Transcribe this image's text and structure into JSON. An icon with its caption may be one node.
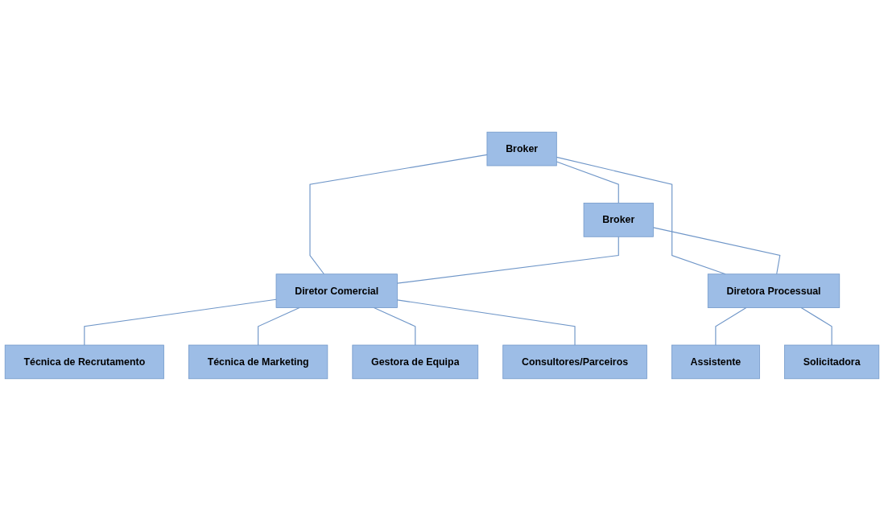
{
  "diagram": {
    "nodes": [
      {
        "text": [
          "Broker"
        ]
      },
      {
        "text": [
          "Broker"
        ]
      },
      {
        "text": [
          "Diretor Comercial"
        ]
      },
      {
        "text": [
          "Diretora Processual"
        ]
      },
      {
        "text": [
          "Técnica de Recrutamento"
        ]
      },
      {
        "text": [
          "Técnica de Marketing"
        ]
      },
      {
        "text": [
          "Assistente"
        ]
      },
      {
        "text": [
          "Solicitadora"
        ]
      },
      {
        "text": [
          "Gestora de Equipa"
        ]
      },
      {
        "text": [
          "Consultores/Parceiros"
        ]
      }
    ],
    "edges": [
      {
        "from": 0,
        "to": 1,
        "arrow": "none"
      },
      {
        "from": 0,
        "to": 2,
        "arrow": "none"
      },
      {
        "from": 0,
        "to": 3,
        "arrow": "none"
      },
      {
        "from": 1,
        "to": 2,
        "arrow": "none"
      },
      {
        "from": 1,
        "to": 3,
        "arrow": "none"
      },
      {
        "from": 2,
        "to": 4,
        "arrow": "none"
      },
      {
        "from": 2,
        "to": 5,
        "arrow": "none"
      },
      {
        "from": 2,
        "to": 8,
        "arrow": "none"
      },
      {
        "from": 2,
        "to": 9,
        "arrow": "none"
      },
      {
        "from": 3,
        "to": 6,
        "arrow": "none"
      },
      {
        "from": 3,
        "to": 7,
        "arrow": "none"
      }
    ]
  }
}
